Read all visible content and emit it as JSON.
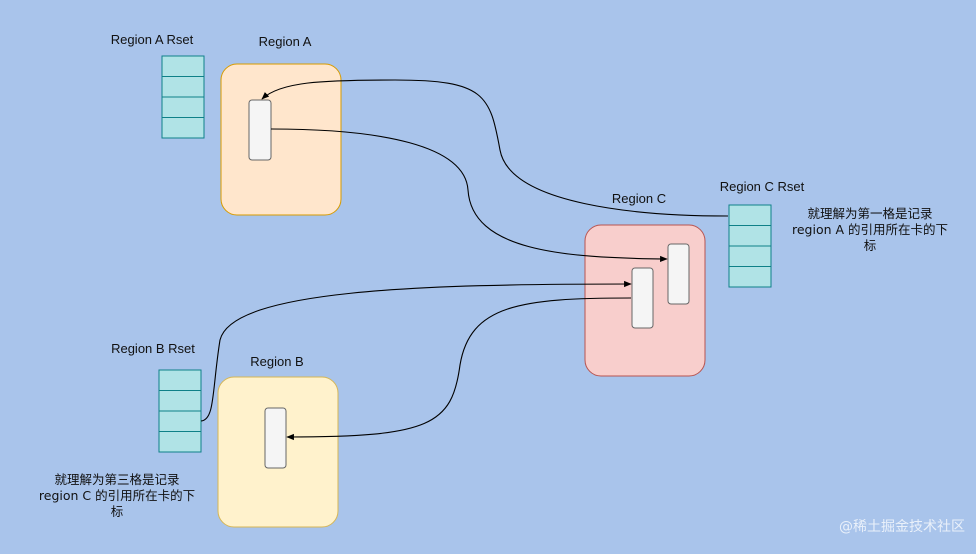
{
  "colors": {
    "background": "#a9c4eb",
    "region_a_fill": "#ffe6cc",
    "region_a_stroke": "#d79b00",
    "region_b_fill": "#fff2cc",
    "region_b_stroke": "#d6b656",
    "region_c_fill": "#f8cecc",
    "region_c_stroke": "#b85450",
    "rset_fill": "#b0e3e6",
    "rset_stroke": "#0e8088",
    "card_fill": "#f5f5f5",
    "card_stroke": "#666666"
  },
  "regions": {
    "a": {
      "label": "Region A"
    },
    "b": {
      "label": "Region B"
    },
    "c": {
      "label": "Region C"
    }
  },
  "rsets": {
    "a": {
      "label": "Region A Rset",
      "cells": 4
    },
    "b": {
      "label": "Region B Rset",
      "cells": 4
    },
    "c": {
      "label": "Region C Rset",
      "cells": 4
    }
  },
  "notes": {
    "c": [
      "就理解为第一格是记录",
      "region A 的引用所在卡的下",
      "标"
    ],
    "b": [
      "就理解为第三格是记录",
      "region C 的引用所在卡的下",
      "标"
    ]
  },
  "watermark": "@稀土掘金技术社区"
}
